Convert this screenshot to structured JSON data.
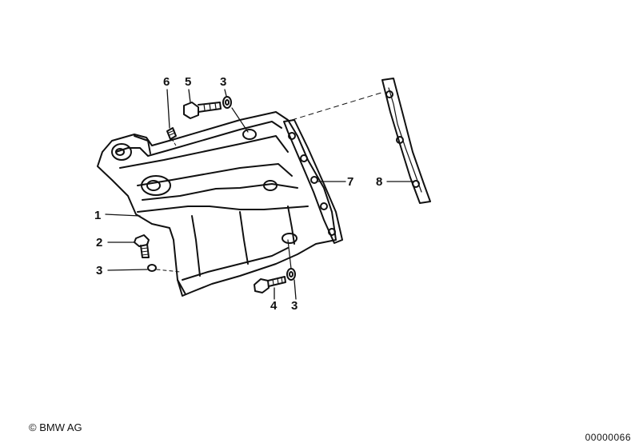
{
  "callouts": {
    "c1": "1",
    "c2": "2",
    "c3a": "3",
    "c3b": "3",
    "c3c": "3",
    "c4": "4",
    "c5": "5",
    "c6": "6",
    "c7": "7",
    "c8": "8"
  },
  "footer": {
    "copyright": "© BMW AG",
    "doc_number": "00000066"
  }
}
